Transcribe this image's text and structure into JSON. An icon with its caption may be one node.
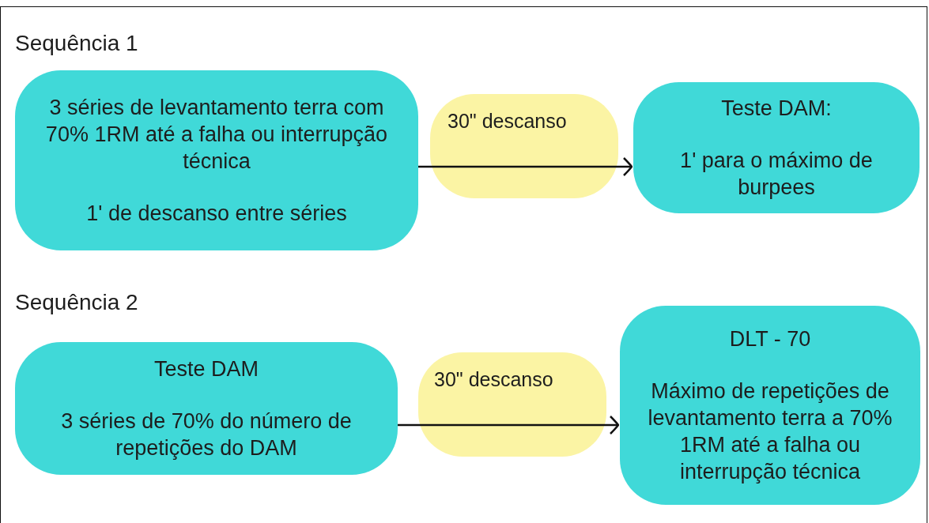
{
  "diagram": {
    "nodes": [
      {
        "text": [
          "3 séries de levantamento terra com 70% 1RM até a falha ou interrupção técnica",
          "1' de descanso entre séries"
        ]
      },
      {
        "text": [
          "Teste DAM:",
          "1' para o máximo de burpees"
        ]
      },
      {
        "text": [
          "Teste DAM",
          "3 séries de 70% do número de repetições do DAM"
        ]
      },
      {
        "text": [
          "DLT - 70",
          "Máximo de repetições de levantamento terra a 70% 1RM até a falha ou interrupção técnica"
        ]
      }
    ],
    "edges": [
      {
        "from": 0,
        "to": 1,
        "arrow": "to",
        "label": "30\" descanso"
      },
      {
        "from": 2,
        "to": 3,
        "arrow": "to",
        "label": "30\" descanso"
      }
    ],
    "labels": [
      "Sequência 1",
      "Sequência 2"
    ]
  }
}
